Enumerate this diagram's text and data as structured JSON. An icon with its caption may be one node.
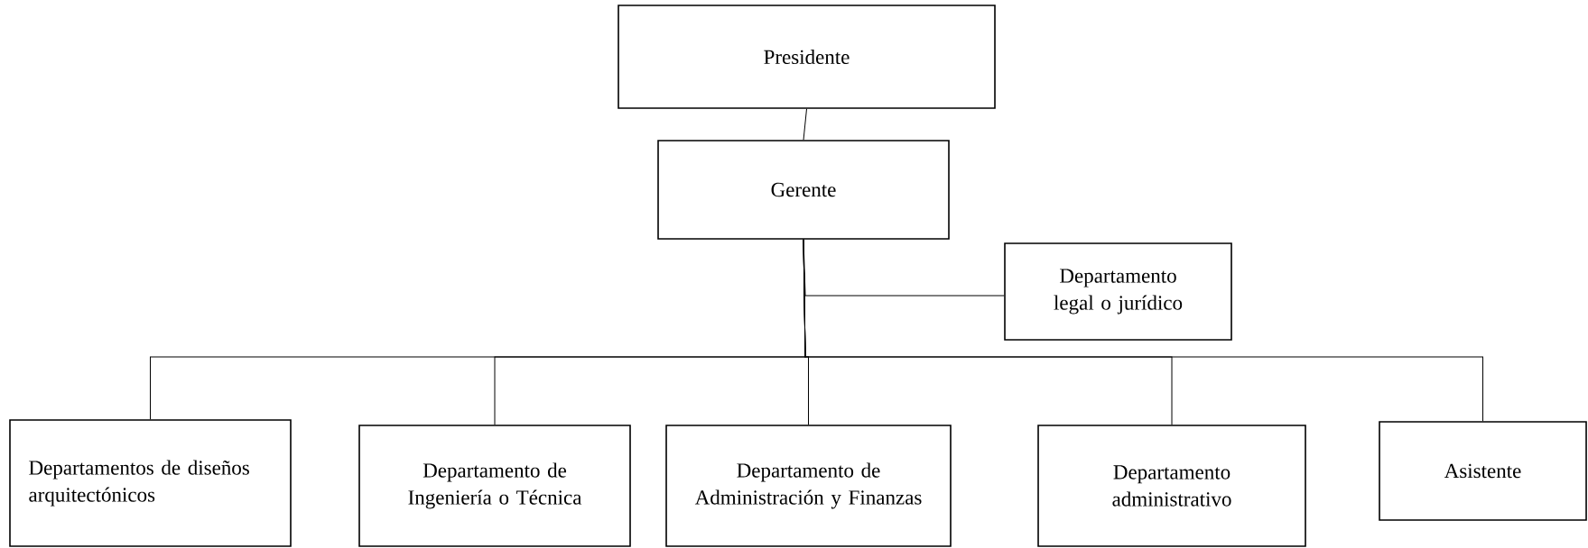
{
  "diagram": {
    "nodes": [
      {
        "text": [
          "Presidente"
        ]
      },
      {
        "text": [
          "Gerente"
        ]
      },
      {
        "text": [
          "Departamento legal o jurídico"
        ]
      },
      {
        "text": [
          "Departamentos de diseños arquitectónicos"
        ]
      },
      {
        "text": [
          "Departamento de Ingeniería o Técnica"
        ]
      },
      {
        "text": [
          "Departamento de Administración y Finanzas"
        ]
      },
      {
        "text": [
          "Departamento administrativo"
        ]
      },
      {
        "text": [
          "Asistente"
        ]
      }
    ],
    "edges": [
      {
        "from": 0,
        "to": 1,
        "arrow": "none"
      },
      {
        "from": 1,
        "to": 2,
        "arrow": "none"
      },
      {
        "from": 1,
        "to": 3,
        "arrow": "none"
      },
      {
        "from": 1,
        "to": 4,
        "arrow": "none"
      },
      {
        "from": 1,
        "to": 5,
        "arrow": "none"
      },
      {
        "from": 1,
        "to": 6,
        "arrow": "none"
      },
      {
        "from": 1,
        "to": 7,
        "arrow": "none"
      }
    ]
  }
}
